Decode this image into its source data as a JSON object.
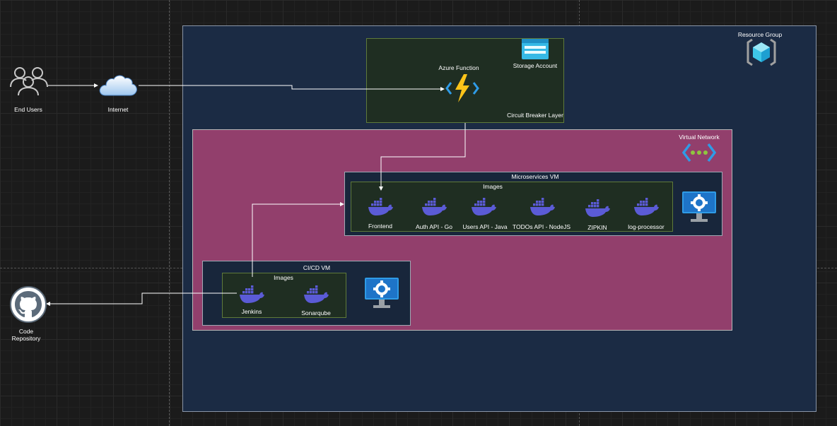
{
  "nodes": {
    "end_users": "End Users",
    "internet": "Internet",
    "code_repository_line1": "Code",
    "code_repository_line2": "Repository",
    "resource_group": "Resource Group",
    "azure_function": "Azure Function",
    "storage_account": "Storage Account",
    "circuit_breaker_layer": "Circuit Breaker Layer",
    "virtual_network": "Virtual Network",
    "microservices_vm": "Microservices VM",
    "ms_images": "Images",
    "cicd_vm": "CI/CD VM",
    "cicd_images": "Images"
  },
  "microservices": [
    "Frontend",
    "Auth API - Go",
    "Users API - Java",
    "TODOs API - NodeJS",
    "ZIPKIN",
    "log-processor"
  ],
  "cicd_services": [
    "Jenkins",
    "Sonarqube"
  ],
  "colors": {
    "resource_group_fill": "#1b2b44",
    "vnet_fill": "#923f6c",
    "image_box_fill": "#1f2e22",
    "docker_blue": "#5b5bd6",
    "azure_blue": "#2f9be6"
  },
  "icons": {
    "users": "users-icon",
    "cloud": "cloud-icon",
    "github": "github-icon",
    "function": "azure-function-icon",
    "storage": "storage-account-icon",
    "resource_group": "resource-group-icon",
    "vnet": "virtual-network-icon",
    "vm": "virtual-machine-icon",
    "docker": "docker-icon"
  }
}
